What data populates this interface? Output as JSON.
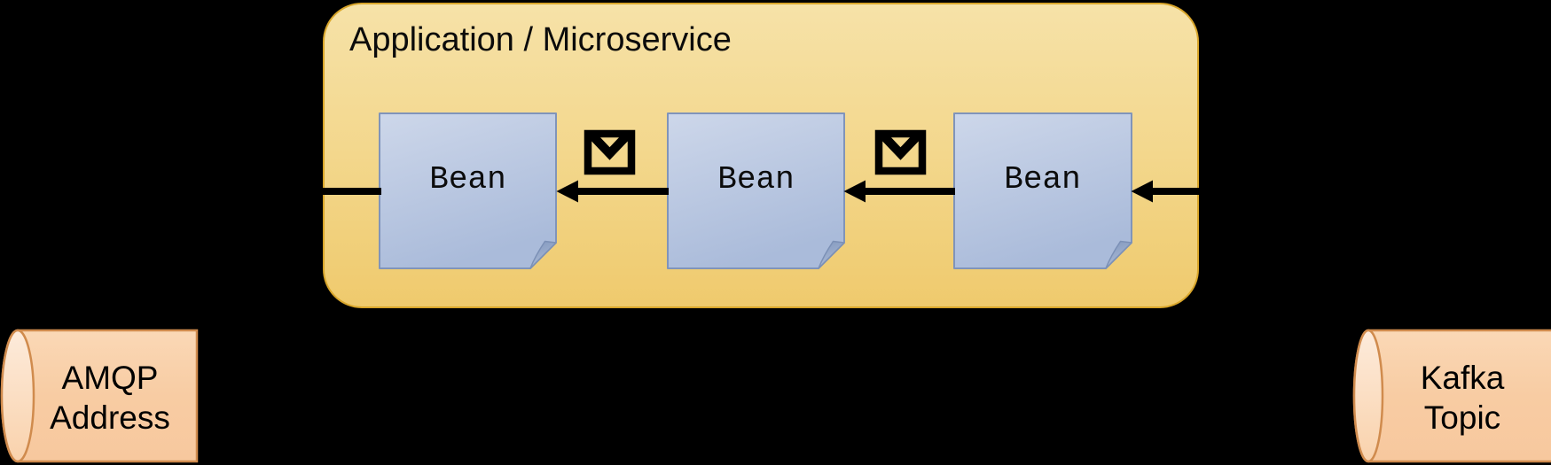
{
  "application": {
    "title": "Application / Microservice"
  },
  "beans": [
    {
      "label": "Bean"
    },
    {
      "label": "Bean"
    },
    {
      "label": "Bean"
    }
  ],
  "endpoints": {
    "left": {
      "type": "cylinder",
      "lines": [
        "AMQP",
        "Address"
      ]
    },
    "right": {
      "type": "cylinder",
      "lines": [
        "Kafka",
        "Topic"
      ]
    }
  },
  "connectors": {
    "direction": "right-to-left",
    "arrow_color": "#000000",
    "message_icon": "envelope-icon",
    "envelope_count": 2,
    "arrowhead_count": 3
  },
  "colors": {
    "background": "#000000",
    "container_fill_top": "#F5E0A3",
    "container_fill_bottom": "#EFCA6D",
    "container_border": "#D9A62B",
    "bean_fill_top": "#CBD5E9",
    "bean_fill_bottom": "#ACBDDB",
    "bean_border": "#8094BA",
    "bean_fold": "#8CA0C3",
    "cylinder_fill_light": "#FCE6D1",
    "cylinder_fill": "#F8CBA2",
    "cylinder_border": "#D08B4D",
    "text": "#000000"
  }
}
